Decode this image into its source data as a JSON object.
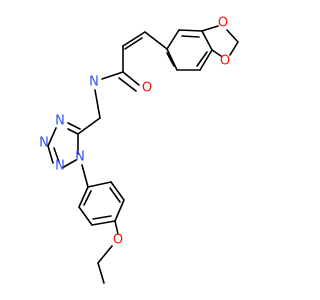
{
  "molecule": {
    "atom_colors": {
      "O": "#ff0d0d",
      "N": "#3050f8",
      "C": "#000000"
    },
    "labels": {
      "amide_n": "N",
      "carbonyl_o": "O",
      "dioxole_o_top": "O",
      "dioxole_o_bottom": "O",
      "tetrazole_n1": "N",
      "tetrazole_n2": "N",
      "tetrazole_n3": "N",
      "tetrazole_n4": "N",
      "ether_o": "O"
    }
  }
}
